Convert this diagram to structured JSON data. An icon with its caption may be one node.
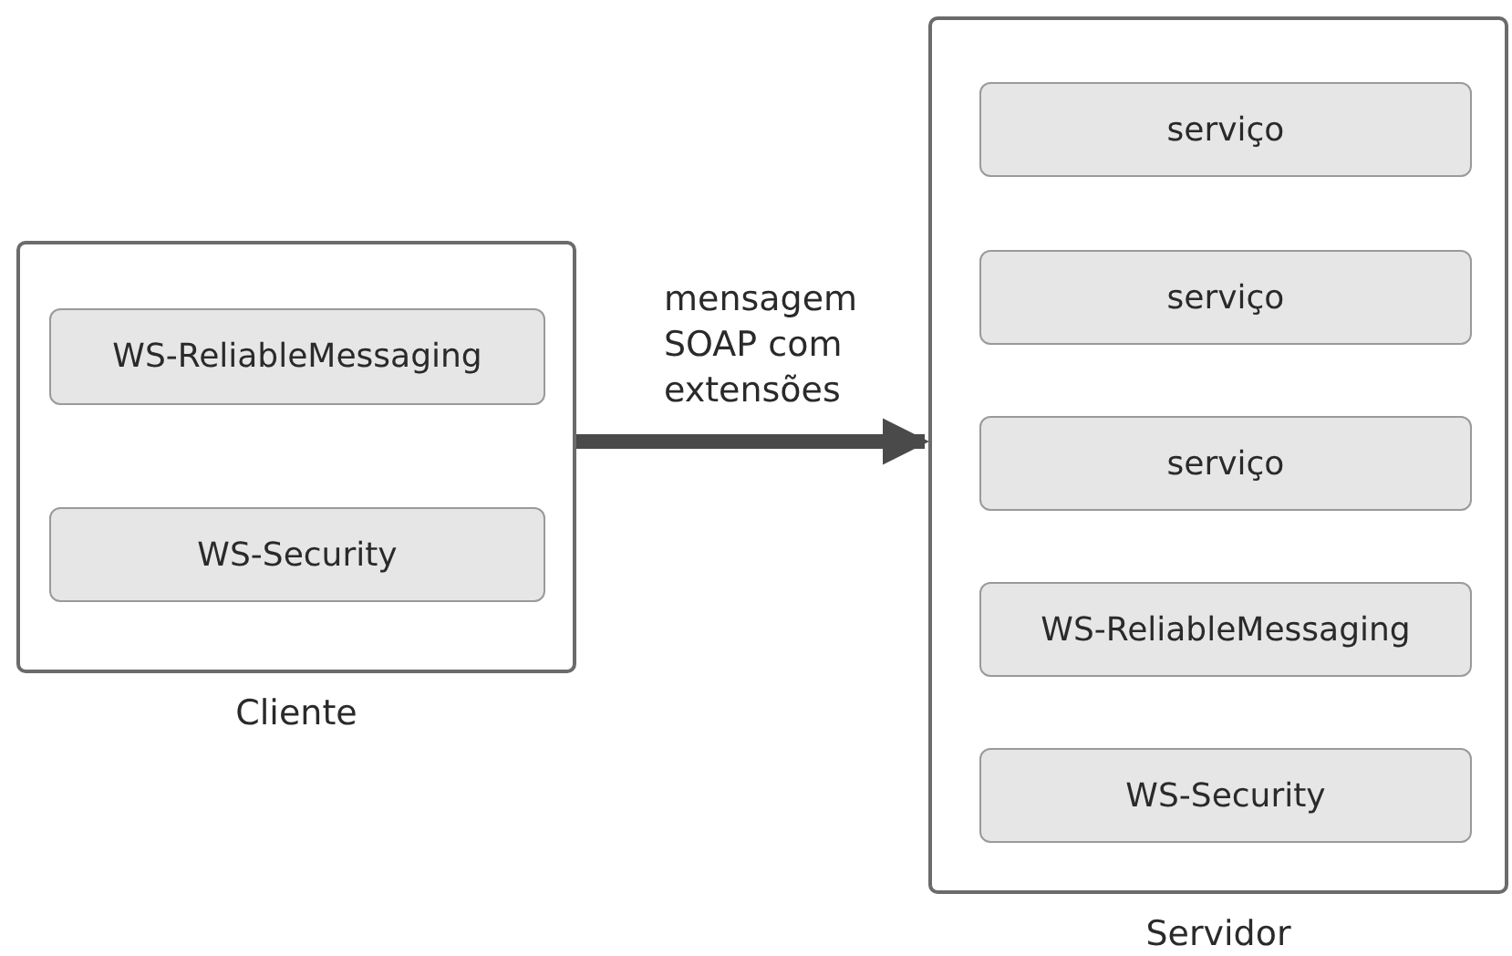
{
  "diagram": {
    "nodes": [
      {
        "text": [
          "Cliente"
        ]
      },
      {
        "text": [
          "WS-ReliableMessaging"
        ],
        "in": 0
      },
      {
        "text": [
          "WS-Security"
        ],
        "in": 0
      },
      {
        "text": [
          "Servidor"
        ]
      },
      {
        "text": [
          "serviço"
        ],
        "in": 3
      },
      {
        "text": [
          "serviço"
        ],
        "in": 3
      },
      {
        "text": [
          "serviço"
        ],
        "in": 3
      },
      {
        "text": [
          "WS-ReliableMessaging"
        ],
        "in": 3
      },
      {
        "text": [
          "WS-Security"
        ],
        "in": 3
      }
    ],
    "edges": [
      {
        "from": 0,
        "to": 3,
        "arrow": "to",
        "label": "mensagem SOAP com extensões"
      }
    ]
  }
}
